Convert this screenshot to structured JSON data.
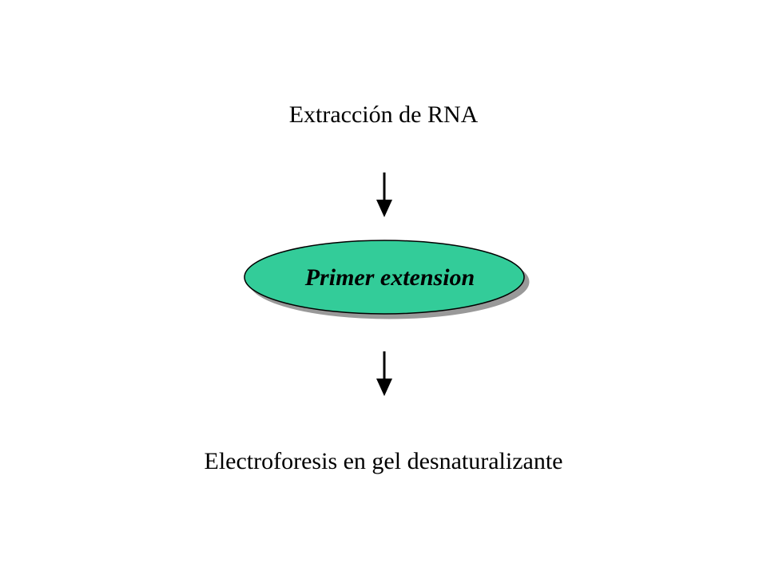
{
  "diagram": {
    "top_step": "Extracción de RNA",
    "middle_step": "Primer extension",
    "bottom_step": "Electroforesis en gel desnaturalizante"
  },
  "colors": {
    "ellipse_fill": "#33CC99",
    "ellipse_shadow": "#999999",
    "ellipse_stroke": "#000000",
    "text": "#000000",
    "arrow": "#000000"
  },
  "icons": {
    "arrow_1": "arrow-down-icon",
    "arrow_2": "arrow-down-icon"
  }
}
